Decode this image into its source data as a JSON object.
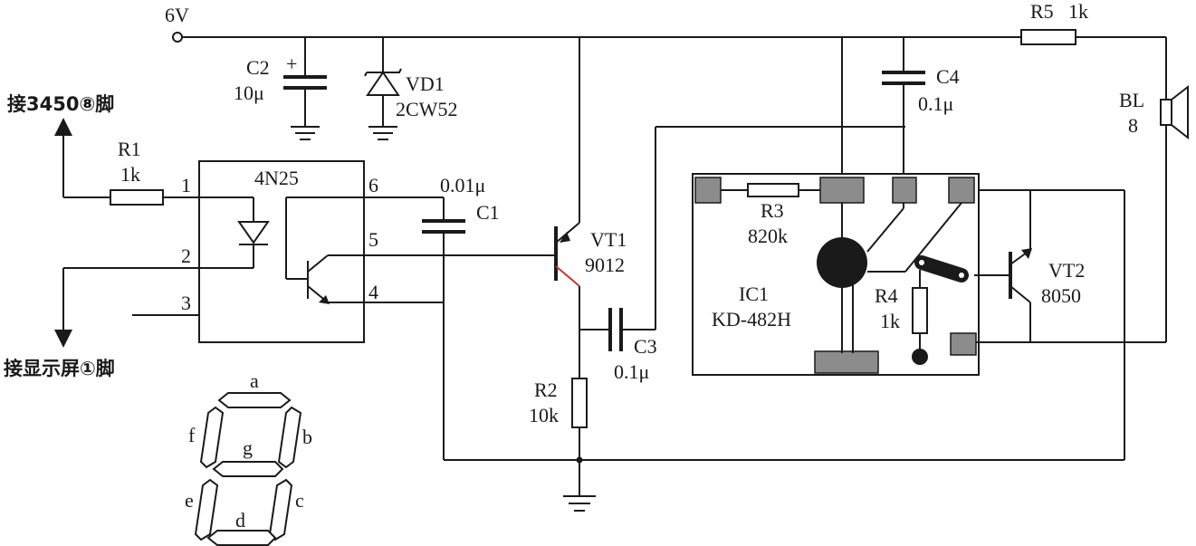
{
  "power": {
    "label": "6V"
  },
  "annotations": {
    "to_3450": "接3450⑧脚",
    "to_display": "接显示屏①脚"
  },
  "components": {
    "c2": {
      "name": "C2",
      "value": "10μ",
      "polarity": "+"
    },
    "vd1": {
      "name": "VD1",
      "value": "2CW52"
    },
    "r1": {
      "name": "R1",
      "value": "1k"
    },
    "optocoupler": {
      "name": "4N25",
      "pins": [
        "1",
        "2",
        "3",
        "4",
        "5",
        "6"
      ]
    },
    "c1": {
      "name": "C1",
      "value": "0.01μ"
    },
    "vt1": {
      "name": "VT1",
      "value": "9012"
    },
    "r2": {
      "name": "R2",
      "value": "10k"
    },
    "c3": {
      "name": "C3",
      "value": "0.1μ"
    },
    "c4": {
      "name": "C4",
      "value": "0.1μ"
    },
    "r5": {
      "name": "R5",
      "value": "1k"
    },
    "bl": {
      "name": "BL",
      "value": "8"
    },
    "r3": {
      "name": "R3",
      "value": "820k"
    },
    "ic1": {
      "name": "IC1",
      "value": "KD-482H"
    },
    "r4": {
      "name": "R4",
      "value": "1k"
    },
    "vt2": {
      "name": "VT2",
      "value": "8050"
    }
  },
  "segment_display": {
    "segments": [
      "a",
      "b",
      "c",
      "d",
      "e",
      "f",
      "g"
    ]
  }
}
